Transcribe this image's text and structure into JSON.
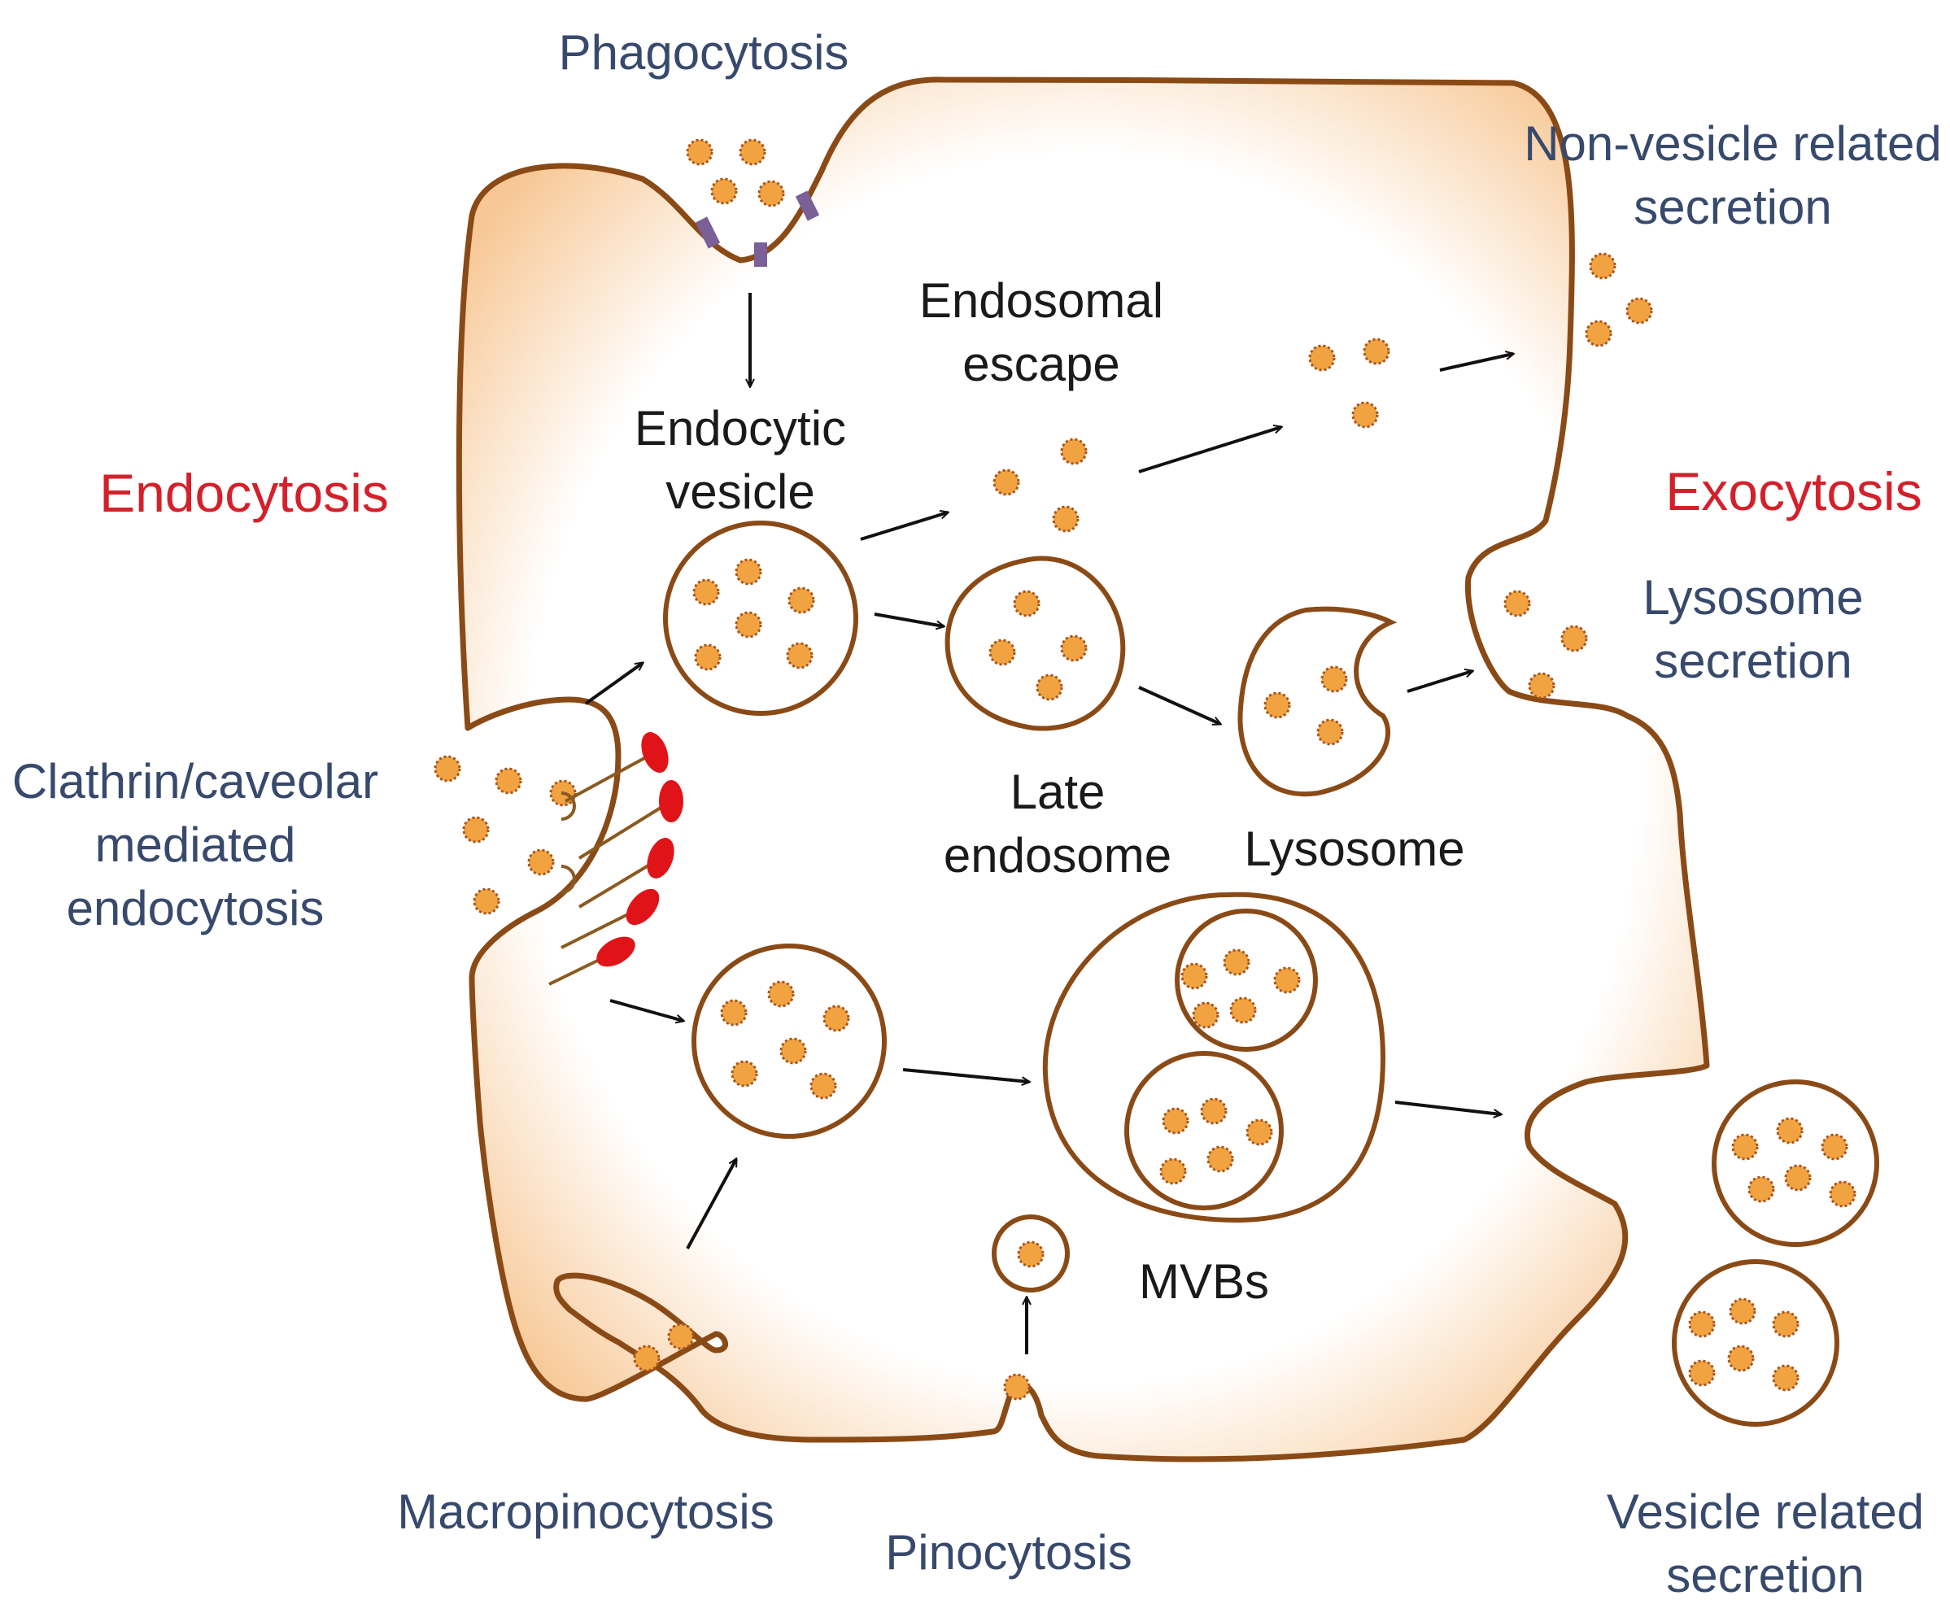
{
  "colors": {
    "membrane": "#8a4a16",
    "cytoplasm_edge": "#f7c896",
    "cargo_fill": "#f2a341",
    "cargo_dots": "#a8541a",
    "receptor": "#7a6096",
    "clathrin": "#e01418",
    "arrow": "#111111",
    "section_label": "#d4202a",
    "pathway_label": "#374a6d"
  },
  "labels": {
    "phagocytosis": "Phagocytosis",
    "non_vesicle_secretion": [
      "Non-vesicle related",
      "secretion"
    ],
    "endosomal_escape": [
      "Endosomal",
      "escape"
    ],
    "endocytic_vesicle": [
      "Endocytic",
      "vesicle"
    ],
    "endocytosis": "Endocytosis",
    "exocytosis": "Exocytosis",
    "lysosome_secretion": [
      "Lysosome",
      "secretion"
    ],
    "clathrin_caveolar": [
      "Clathrin/caveolar",
      "mediated",
      "endocytosis"
    ],
    "late_endosome": [
      "Late",
      "endosome"
    ],
    "lysosome": "Lysosome",
    "mvbs": "MVBs",
    "macropinocytosis": "Macropinocytosis",
    "pinocytosis": "Pinocytosis",
    "vesicle_secretion": [
      "Vesicle related",
      "secretion"
    ]
  }
}
